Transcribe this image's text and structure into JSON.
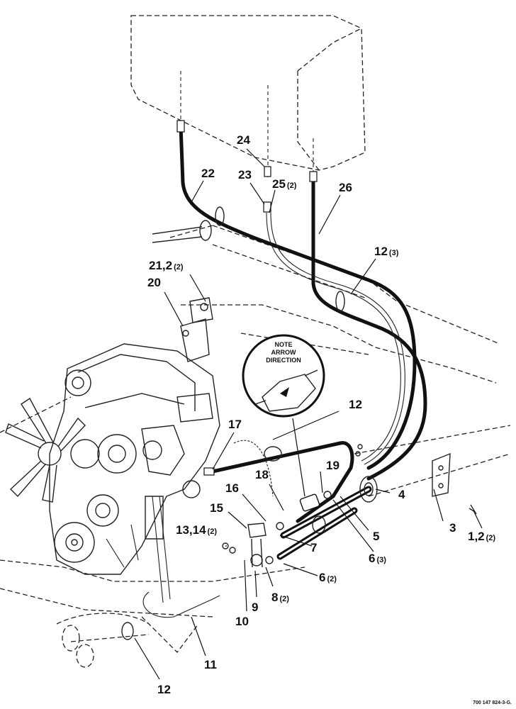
{
  "figure": {
    "ref_code": "700 147 824-3-G.",
    "note_lines": [
      "NOTE",
      "ARROW",
      "DIRECTION"
    ]
  },
  "callouts": [
    {
      "id": "c22",
      "text": "22",
      "qty": ""
    },
    {
      "id": "c24",
      "text": "24",
      "qty": ""
    },
    {
      "id": "c23",
      "text": "23",
      "qty": ""
    },
    {
      "id": "c25",
      "text": "25",
      "qty": "(2)"
    },
    {
      "id": "c26",
      "text": "26",
      "qty": ""
    },
    {
      "id": "c12a",
      "text": "12",
      "qty": "(3)"
    },
    {
      "id": "c21",
      "text": "21,2",
      "qty": "(2)"
    },
    {
      "id": "c20",
      "text": "20",
      "qty": ""
    },
    {
      "id": "c12b",
      "text": "12",
      "qty": ""
    },
    {
      "id": "c17",
      "text": "17",
      "qty": ""
    },
    {
      "id": "c19",
      "text": "19",
      "qty": ""
    },
    {
      "id": "c18",
      "text": "18",
      "qty": ""
    },
    {
      "id": "c4",
      "text": "4",
      "qty": ""
    },
    {
      "id": "c16",
      "text": "16",
      "qty": ""
    },
    {
      "id": "c5",
      "text": "5",
      "qty": ""
    },
    {
      "id": "c15",
      "text": "15",
      "qty": ""
    },
    {
      "id": "c3",
      "text": "3",
      "qty": ""
    },
    {
      "id": "c1",
      "text": "1,2",
      "qty": "(2)"
    },
    {
      "id": "c6a",
      "text": "6",
      "qty": "(3)"
    },
    {
      "id": "c13",
      "text": "13,14",
      "qty": "(2)"
    },
    {
      "id": "c7",
      "text": "7",
      "qty": ""
    },
    {
      "id": "c6b",
      "text": "6",
      "qty": "(2)"
    },
    {
      "id": "c8",
      "text": "8",
      "qty": "(2)"
    },
    {
      "id": "c9",
      "text": "9",
      "qty": ""
    },
    {
      "id": "c10",
      "text": "10",
      "qty": ""
    },
    {
      "id": "c11",
      "text": "11",
      "qty": ""
    },
    {
      "id": "c12c",
      "text": "12",
      "qty": ""
    }
  ]
}
